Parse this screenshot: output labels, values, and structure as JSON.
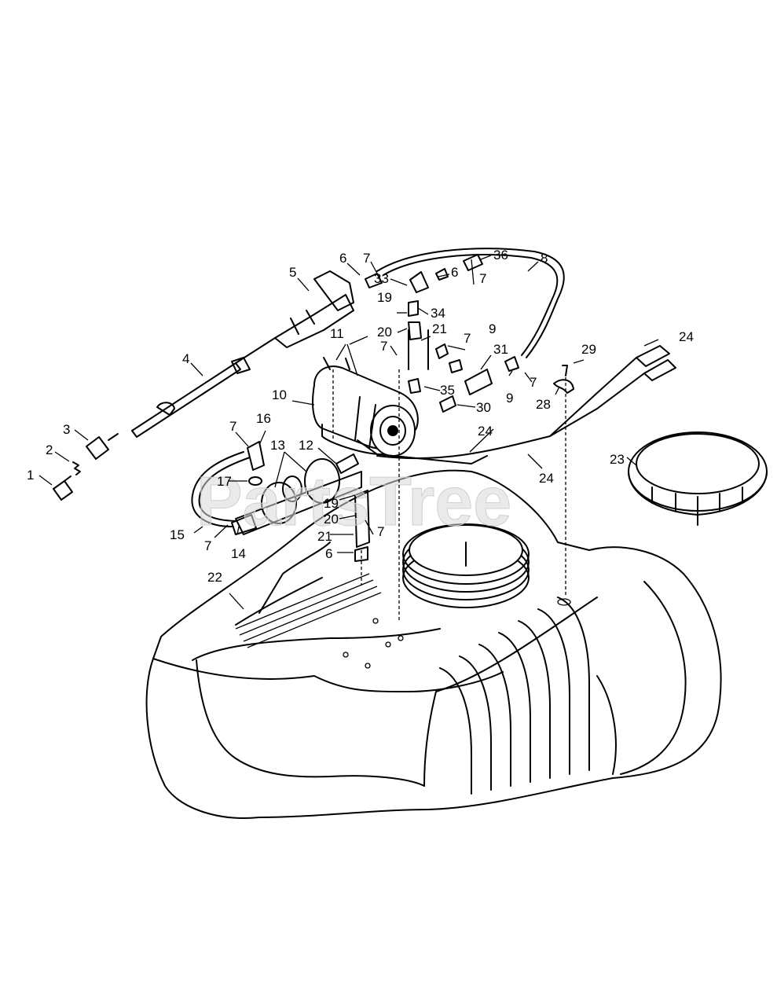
{
  "watermark": "PartsTree",
  "callouts": [
    {
      "id": "c1",
      "text": "1"
    },
    {
      "id": "c2",
      "text": "2"
    },
    {
      "id": "c3",
      "text": "3"
    },
    {
      "id": "c4",
      "text": "4"
    },
    {
      "id": "c5",
      "text": "5"
    },
    {
      "id": "c6a",
      "text": "6"
    },
    {
      "id": "c7a",
      "text": "7"
    },
    {
      "id": "c8",
      "text": "8"
    },
    {
      "id": "c6b",
      "text": "6"
    },
    {
      "id": "c7b",
      "text": "7"
    },
    {
      "id": "c33",
      "text": "33"
    },
    {
      "id": "c36",
      "text": "36"
    },
    {
      "id": "c19a",
      "text": "19"
    },
    {
      "id": "c34",
      "text": "34"
    },
    {
      "id": "c11",
      "text": "11"
    },
    {
      "id": "c20a",
      "text": "20"
    },
    {
      "id": "c21a",
      "text": "21"
    },
    {
      "id": "c7c",
      "text": "7"
    },
    {
      "id": "c9a",
      "text": "9"
    },
    {
      "id": "c7d",
      "text": "7"
    },
    {
      "id": "c24a",
      "text": "24"
    },
    {
      "id": "c29",
      "text": "29"
    },
    {
      "id": "c31",
      "text": "31"
    },
    {
      "id": "c10",
      "text": "10"
    },
    {
      "id": "c35",
      "text": "35"
    },
    {
      "id": "c9b",
      "text": "9"
    },
    {
      "id": "c7e",
      "text": "7"
    },
    {
      "id": "c28",
      "text": "28"
    },
    {
      "id": "c30",
      "text": "30"
    },
    {
      "id": "c7f",
      "text": "7"
    },
    {
      "id": "c16",
      "text": "16"
    },
    {
      "id": "c24b",
      "text": "24"
    },
    {
      "id": "c13",
      "text": "13"
    },
    {
      "id": "c12",
      "text": "12"
    },
    {
      "id": "c23",
      "text": "23"
    },
    {
      "id": "c24c",
      "text": "24"
    },
    {
      "id": "c17",
      "text": "17"
    },
    {
      "id": "c19b",
      "text": "19"
    },
    {
      "id": "c20b",
      "text": "20"
    },
    {
      "id": "c7g",
      "text": "7"
    },
    {
      "id": "c15",
      "text": "15"
    },
    {
      "id": "c7h",
      "text": "7"
    },
    {
      "id": "c14",
      "text": "14"
    },
    {
      "id": "c21b",
      "text": "21"
    },
    {
      "id": "c6c",
      "text": "6"
    },
    {
      "id": "c22",
      "text": "22"
    }
  ]
}
